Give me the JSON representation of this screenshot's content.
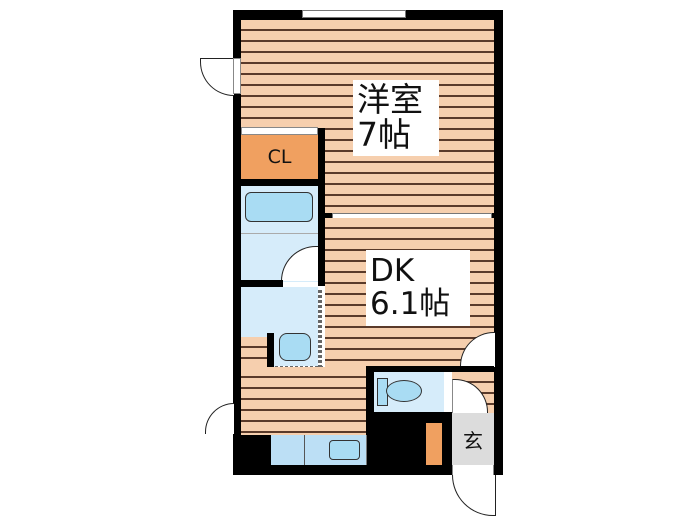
{
  "floorplan": {
    "rooms": {
      "western_room": {
        "name": "洋室",
        "size": "7帖"
      },
      "dk": {
        "name": "DK",
        "size": "6.1帖"
      },
      "closet": {
        "name": "CL"
      },
      "entrance": {
        "name": "玄"
      }
    },
    "colors": {
      "wall": "#000000",
      "floor": "#f6cfae",
      "floor_line": "#5a3a2a",
      "wet_area": "#d6ecfa",
      "fixture": "#a9dcf3",
      "closet": "#f0a060",
      "shoe_box": "#f0a060",
      "entrance_tile": "#dcdcdc"
    }
  }
}
